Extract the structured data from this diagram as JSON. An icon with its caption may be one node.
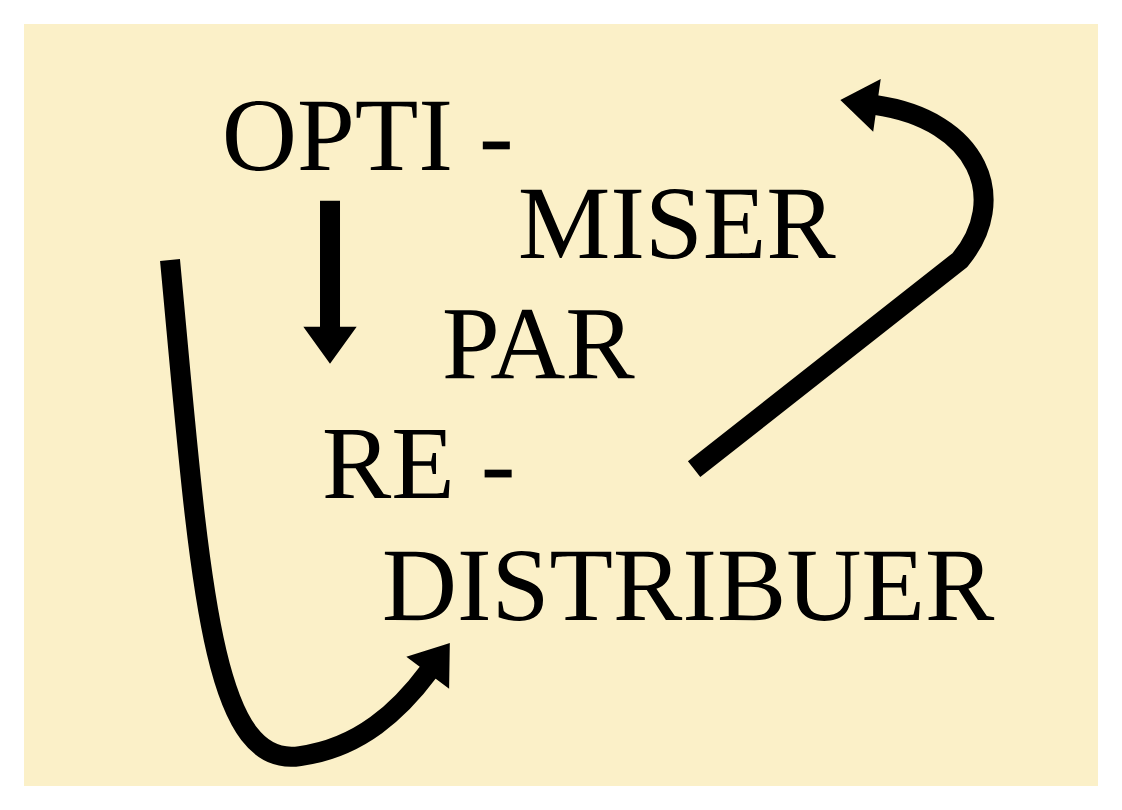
{
  "diagram": {
    "nodes": [
      {
        "text": [
          "OPTI -"
        ]
      },
      {
        "text": [
          "MISER"
        ]
      },
      {
        "text": [
          "PAR"
        ]
      },
      {
        "text": [
          "RE -"
        ]
      },
      {
        "text": [
          "DISTRIBUER"
        ]
      }
    ],
    "edges": [
      {
        "from": 0,
        "to": 3,
        "arrow": "to"
      },
      {
        "from": null,
        "to": 4,
        "arrow": "to"
      },
      {
        "from": 4,
        "to": null,
        "arrow": "to"
      }
    ]
  }
}
